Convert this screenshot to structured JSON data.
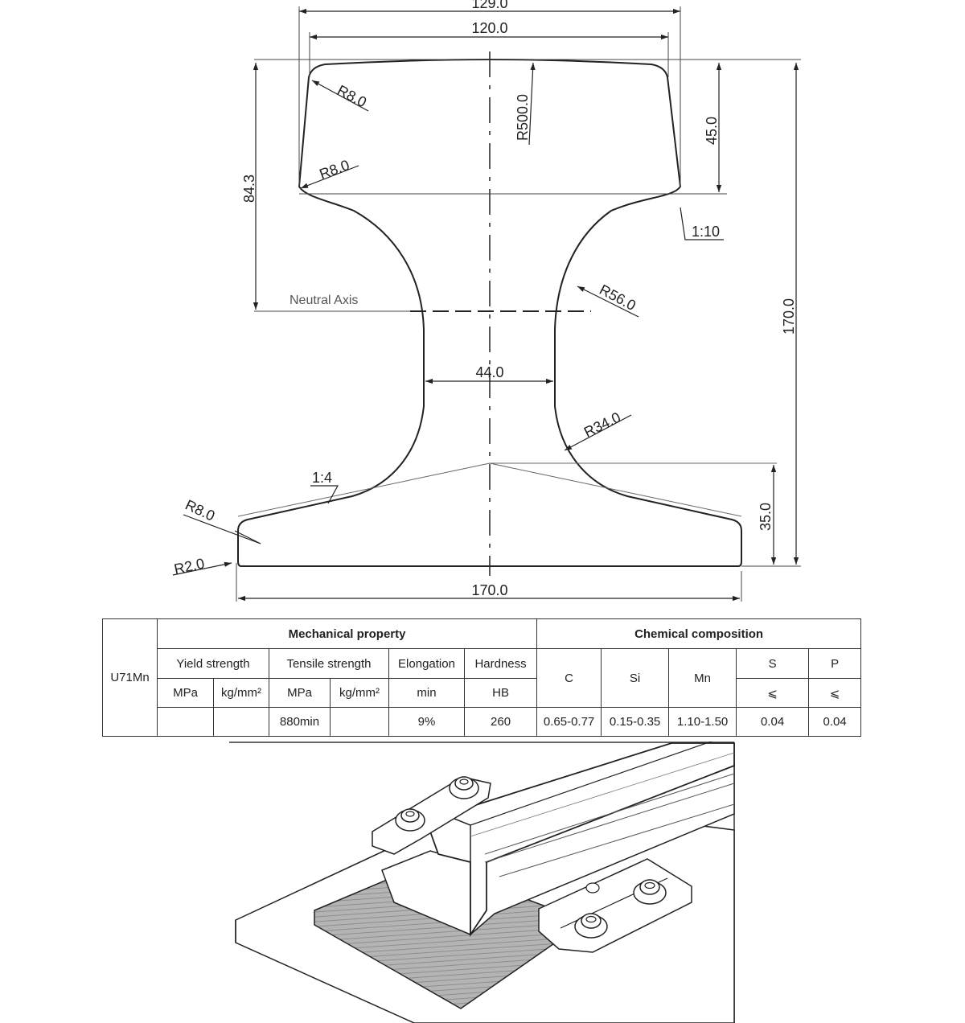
{
  "profile_drawing": {
    "dimensions": {
      "width_top_outer": "129.0",
      "width_head": "120.0",
      "head_radius_top": "R500.0",
      "radius_head_upper": "R8.0",
      "radius_head_lower": "R8.0",
      "head_height": "45.0",
      "neutral_axis_height": "84.3",
      "neutral_axis_label": "Neutral Axis",
      "slope_head": "1:10",
      "total_height": "170.0",
      "radius_web_upper": "R56.0",
      "web_width": "44.0",
      "radius_web_lower": "R34.0",
      "slope_foot": "1:4",
      "radius_foot_edge": "R8.0",
      "radius_foot_corner": "R2.0",
      "foot_height": "35.0",
      "base_width": "170.0"
    }
  },
  "spec_table": {
    "grade": "U71Mn",
    "mechanical_title": "Mechanical property",
    "chemical_title": "Chemical composition",
    "yield_strength": "Yield strength",
    "tensile_strength": "Tensile strength",
    "elongation": "Elongation",
    "hardness": "Hardness",
    "unit_mpa": "MPa",
    "unit_kgmm": "kg/mm²",
    "unit_min": "min",
    "unit_hb": "HB",
    "col_c": "C",
    "col_si": "Si",
    "col_mn": "Mn",
    "col_s": "S",
    "col_p": "P",
    "le_symbol": "⩽",
    "values": {
      "yield_mpa": "",
      "yield_kgmm": "",
      "tensile_mpa": "880min",
      "tensile_kgmm": "",
      "elongation": "9%",
      "hardness": "260",
      "c": "0.65-0.77",
      "si": "0.15-0.35",
      "mn": "1.10-1.50",
      "s": "0.04",
      "p": "0.04"
    }
  },
  "illustration": {
    "subject": "rail-fastening-assembly"
  }
}
